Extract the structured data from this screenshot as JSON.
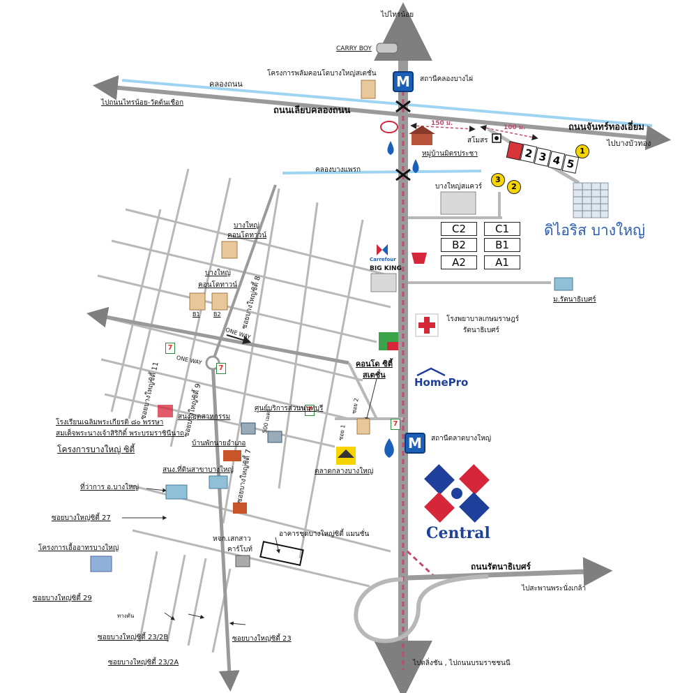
{
  "roads": {
    "north": "ไปไทรน้อย",
    "south": "ไปตลิ่งชัน , ไปถนนบรมราชชนนี",
    "west_top": "ไปถนนไทรน้อย-วัดต้นเชือก",
    "canal_1": "คลองถนน",
    "canal_road": "ถนนเลียบคลองถนน",
    "east_road": "ถนนจันทร์ทองเอี่ยม",
    "east_dest": "ไปบางบัวทอง",
    "canal_2": "คลองบางแพรก",
    "rattana_road": "ถนนรัตนาธิเบศร์",
    "rattana_dest": "ไปสะพานพระนั่งเกล้า",
    "west_2": "ทางตัน"
  },
  "stations": {
    "north": {
      "icon": "M",
      "label": "สถานีคลองบางไผ่"
    },
    "south": {
      "icon": "M",
      "label": "สถานีตลาดบางใหญ่"
    }
  },
  "landmarks": {
    "carry_boy": "CARRY BOY",
    "condo_project": "โครงการพลัมคอนโดบางใหญ่สเตชั่น",
    "village": "หมู่บ้านมิตรประชา",
    "samlong": "สโมสร",
    "dist_150": "150 ม.",
    "dist_100": "100 ม.",
    "square": "บางใหญ่สแควร์",
    "carrefour": "Carrefour",
    "big_king": "BIG KING",
    "rattana_uni": "ม.รัตนาธิเบศร์",
    "hospital_1": "โรงพยาบาลเกษมราษฎร์",
    "hospital_2": "รัตนาธิเบศร์",
    "homepro": "HomePro",
    "condo_city_1": "คอนโด ซิตี้",
    "condo_city_2": "สเตชั่น",
    "market": "ตลาดกลางบางใหญ่",
    "central": "Central",
    "brand_title": "ดิไอริส บางใหญ่",
    "bangyai_condo_a1": "บางใหญ่",
    "bangyai_condo_a2": "คอนโดทาวน์",
    "bangyai_condo_b1": "บางใหญ่",
    "bangyai_condo_b2": "คอนโดทาวน์",
    "b1": "B1",
    "b2": "B2",
    "one_way_1": "ONE WAY",
    "one_way_2": "ONE WAY",
    "soi_8": "ซอยบางใหญ่ซิตี้ 8",
    "soi_11": "ซอยบางใหญ่ซิตี้ 11",
    "soi_9": "ซอยบางใหญ่ซิตี้ 9",
    "soi_7": "ซอยบางใหญ่ซิตี้ 7",
    "soi_1": "ซอย 1",
    "soi_2": "ซอย 2",
    "dist_500": "500 เมตร",
    "school_1": "โรงเรียนเฉลิมพระเกียรติ ๘๐ พรรษา",
    "school_2": "สมเด็จพระนางเจ้าสิริกิติ์ พระบรมราชินีนาถ",
    "bangyai_city": "โครงการบางใหญ่ ซิตี้",
    "industry": "สนง.อุตสาหกรรม",
    "service_center": "ศูนย์บริการส่วนนนทบุรี",
    "district_house": "บ้านพักนายอำเภอ",
    "land_office": "สนง.ที่ดินสาขาบางใหญ่",
    "district_office": "ที่ว่าการ อ.บางใหญ่",
    "soi_27": "ซอยบางใหญ่ซิตี้ 27",
    "food_project": "โครงการเอื้ออาทรบางใหญ่",
    "mansion": "อาคารชุดบางใหญ่ซิตี้ แมนชั่น",
    "car_rental": "หจก.เสกสาว",
    "cartoon": "คาร์โบท์",
    "soi_29": "ซอยบางใหญ่ซิตี้ 29",
    "soi_23_2b": "ซอยบางใหญ่ซิตี้ 23/2B",
    "soi_23": "ซอยบางใหญ่ซิตี้ 23",
    "soi_23_2a": "ซอยบางใหญ่ซิตี้ 23/2A"
  },
  "zones": [
    "C2",
    "C1",
    "B2",
    "B1",
    "A2",
    "A1"
  ],
  "units": [
    "1",
    "2",
    "3",
    "4",
    "5"
  ],
  "markers": [
    "1",
    "2",
    "3"
  ],
  "colors": {
    "road": "#b8b8b8",
    "main_road": "#9a9a9a",
    "rail": "#c24a6b",
    "canal": "#9fd4f0",
    "metro": "#1c5fb8",
    "central_blue": "#1e3f9a",
    "central_red": "#d6263a",
    "brand": "#2a5db0",
    "marker": "#f5d400",
    "unit_hi": "#d9343a"
  }
}
